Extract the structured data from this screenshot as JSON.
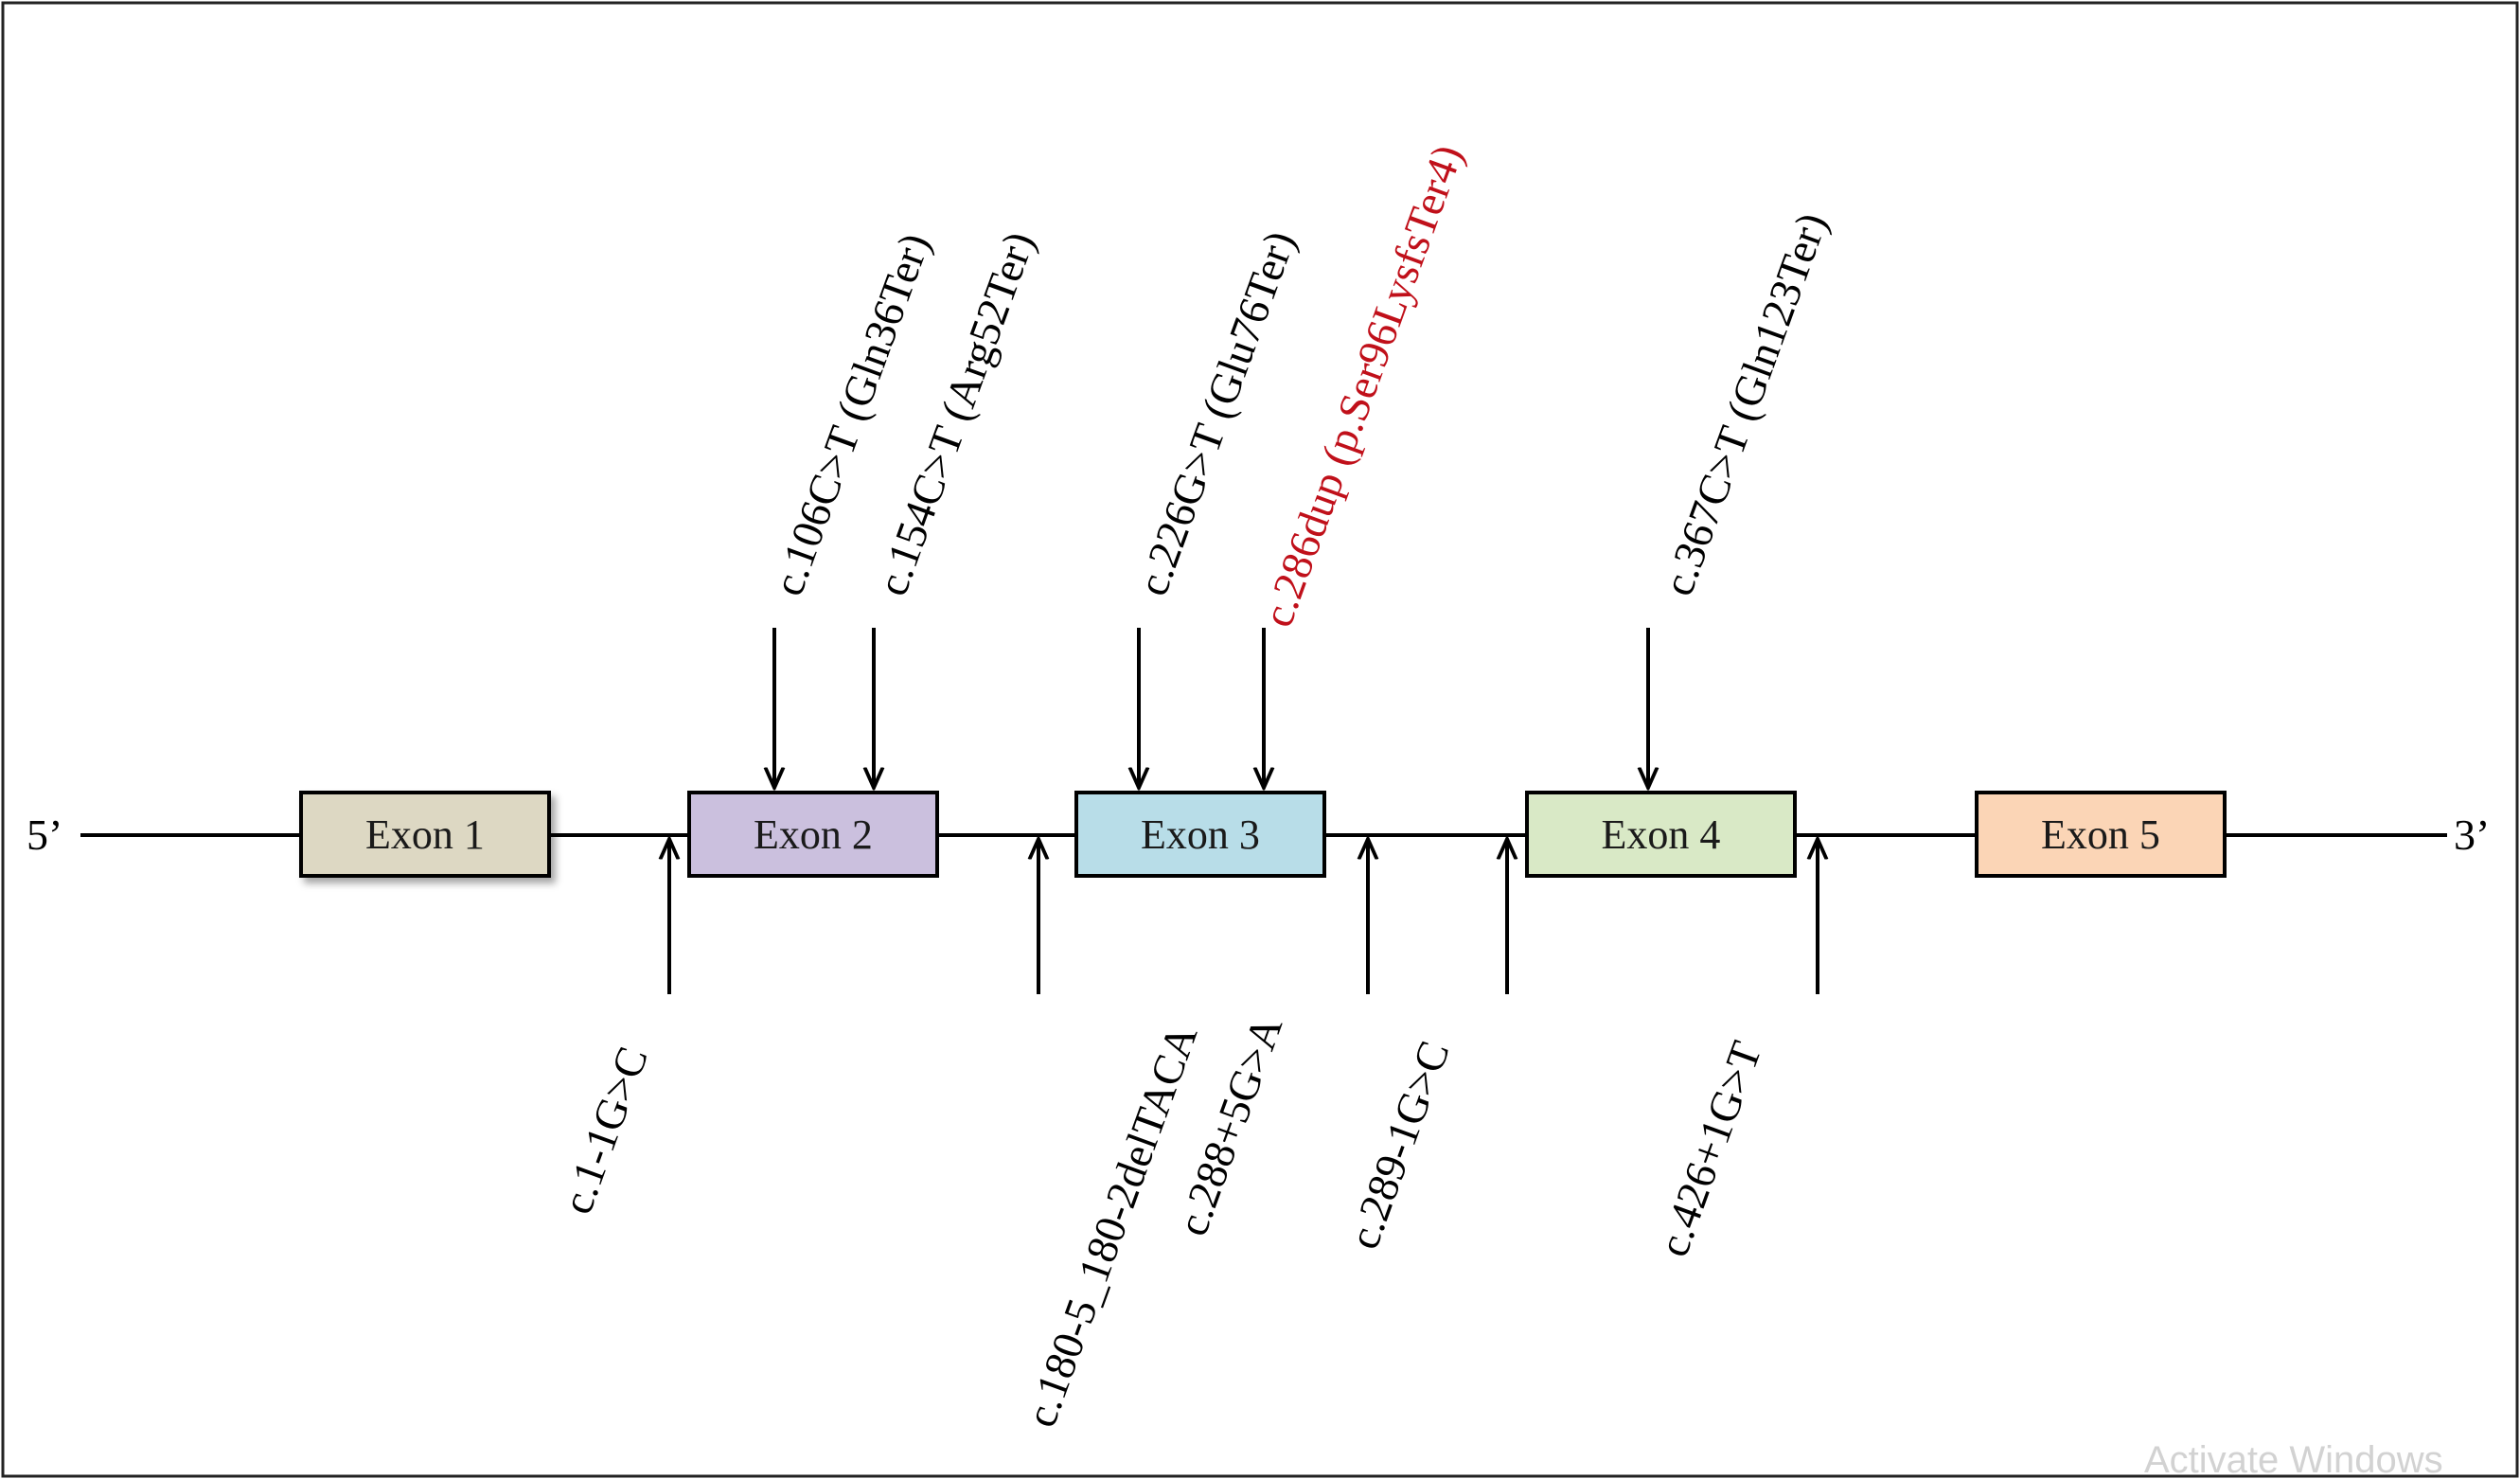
{
  "ends": {
    "five_prime": "5’",
    "three_prime": "3’"
  },
  "exons": [
    {
      "label": "Exon 1",
      "color": "#ddd8c3"
    },
    {
      "label": "Exon 2",
      "color": "#cbc0de"
    },
    {
      "label": "Exon 3",
      "color": "#b8dde8"
    },
    {
      "label": "Exon 4",
      "color": "#d9e9c6"
    },
    {
      "label": "Exon 5",
      "color": "#fbd5b6"
    }
  ],
  "variants_above": [
    {
      "label": "c.106C>T (Gln36Ter)"
    },
    {
      "label": "c.154C>T (Arg52Ter)"
    },
    {
      "label": "c.226G>T (Glu76Ter)"
    },
    {
      "label": "c.286dup (p.Ser96LysfsTer4)",
      "highlight": true,
      "color": "#c0101a"
    },
    {
      "label": "c.367C>T (Gln123Ter)"
    }
  ],
  "variants_below": [
    {
      "label": "c.1-1G>C"
    },
    {
      "label": "c.180-5_180-2delTACA"
    },
    {
      "label": "c.288+5G>A"
    },
    {
      "label": "c.289-1G>C"
    },
    {
      "label": "c.426+1G>T"
    }
  ],
  "watermark": "Activate Windows"
}
